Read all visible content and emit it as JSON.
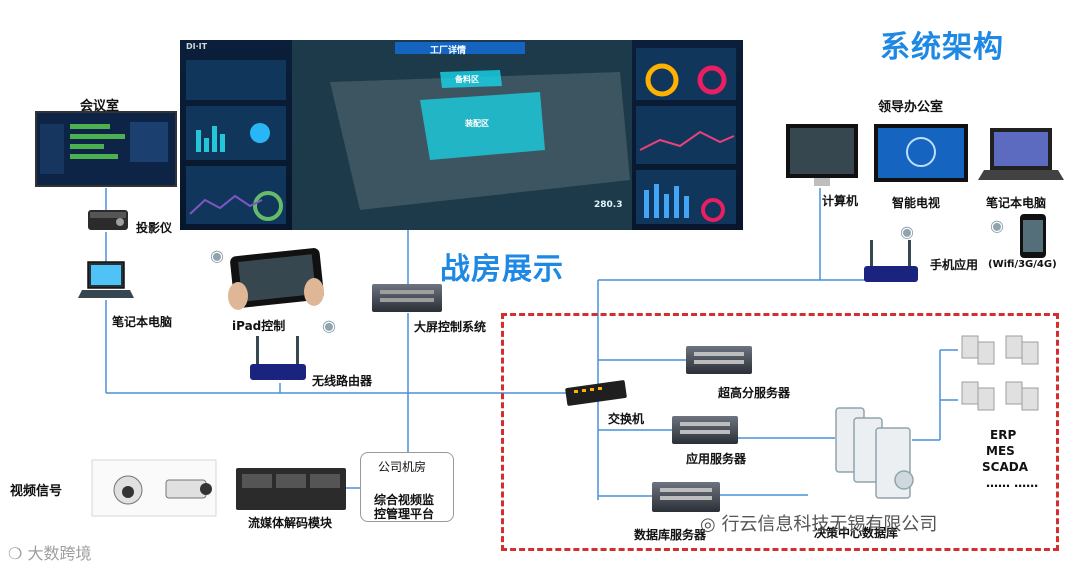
{
  "titles": {
    "system": "系统架构",
    "showroom": "战房展示"
  },
  "screen": {
    "header": "工厂详情",
    "logo": "DI·IT",
    "zone_top": "备料区",
    "zone_main": "装配区",
    "readout": "280.3"
  },
  "labels": {
    "meeting_room": "会议室",
    "projector": "投影仪",
    "laptop_left": "笔记本电脑",
    "ipad": "iPad控制",
    "wireless_router": "无线路由器",
    "bigscreen_control": "大屏控制系统",
    "leader_office": "领导办公室",
    "computer": "计算机",
    "smart_tv": "智能电视",
    "laptop_right": "笔记本电脑",
    "mobile_app": "手机应用",
    "mobile_app_note": "(Wifi/3G/4G)",
    "switch": "交换机",
    "hd_server": "超高分服务器",
    "app_server": "应用服务器",
    "db_server": "数据库服务器",
    "decision_db": "决策中心数据库",
    "erp": "ERP",
    "mes": "MES",
    "scada": "SCADA",
    "more": "…… ……",
    "video_signal": "视频信号",
    "decoder": "流媒体解码模块",
    "company_room": "公司机房",
    "platform_1": "综合视频监",
    "platform_2": "控管理平台"
  },
  "watermarks": {
    "wechat": "行云信息科技无锡有限公司",
    "source": "大数跨境"
  },
  "colors": {
    "title": "#1e88e5",
    "line": "#4a90d9",
    "dash": "#d32f2f"
  }
}
